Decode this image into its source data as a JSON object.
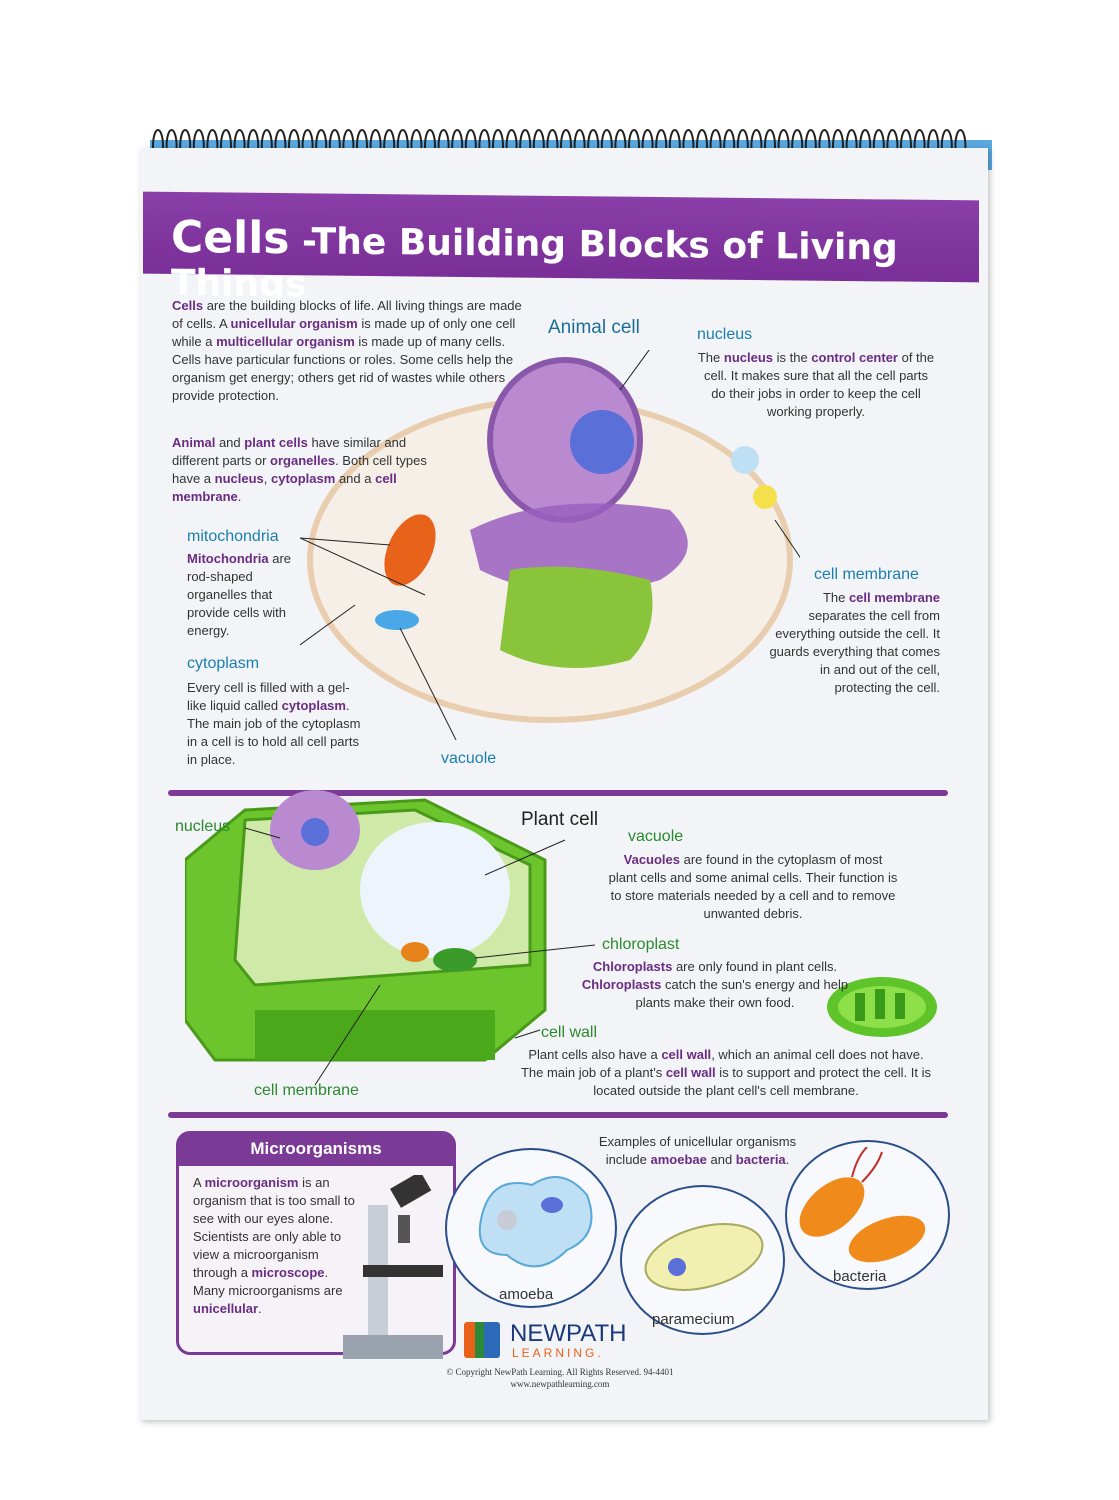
{
  "header": {
    "title_first": "Cells",
    "title_rest": " -The Building Blocks of Living Things"
  },
  "intro": {
    "p1": [
      {
        "t": "Cells",
        "b": 1
      },
      {
        "t": " are the building blocks of life.  All living things are made of cells.  A "
      },
      {
        "t": "unicellular organism",
        "b": 1
      },
      {
        "t": " is made up of only one cell while a "
      },
      {
        "t": "multicellular organism",
        "b": 1
      },
      {
        "t": " is made up of many cells.  Cells have particular functions or roles.  Some cells help the organism get energy; others get rid of wastes while others provide protection."
      }
    ],
    "p2": [
      {
        "t": "Animal",
        "b": 1
      },
      {
        "t": " and "
      },
      {
        "t": "plant cells",
        "b": 1
      },
      {
        "t": " have similar and different parts or "
      },
      {
        "t": "organelles",
        "b": 1
      },
      {
        "t": ".  Both cell types have a "
      },
      {
        "t": "nucleus",
        "b": 1
      },
      {
        "t": ", "
      },
      {
        "t": "cytoplasm",
        "b": 1
      },
      {
        "t": " and a "
      },
      {
        "t": "cell membrane",
        "b": 1
      },
      {
        "t": "."
      }
    ]
  },
  "animal": {
    "title": "Animal cell",
    "nucleus": {
      "label": "nucleus",
      "text": [
        {
          "t": "The "
        },
        {
          "t": "nucleus",
          "b": 1
        },
        {
          "t": " is the "
        },
        {
          "t": "control center",
          "b": 1
        },
        {
          "t": " of the cell.  It makes sure that all the cell parts do their jobs in order to keep the cell working properly."
        }
      ]
    },
    "mitochondria": {
      "label": "mitochondria",
      "text": [
        {
          "t": "Mitochondria",
          "b": 1
        },
        {
          "t": " are rod-shaped organelles that provide cells with energy."
        }
      ]
    },
    "cytoplasm": {
      "label": "cytoplasm",
      "text": [
        {
          "t": "Every cell is filled with a gel-like liquid called "
        },
        {
          "t": "cytoplasm",
          "b": 1
        },
        {
          "t": ".  The main job of the cytoplasm in a cell is to hold all cell parts in place."
        }
      ]
    },
    "membrane": {
      "label": "cell membrane",
      "text": [
        {
          "t": "The "
        },
        {
          "t": "cell membrane",
          "b": 1
        },
        {
          "t": " separates the cell from everything outside the cell.  It guards everything that comes in and out of the cell, protecting the cell."
        }
      ]
    },
    "vacuole": {
      "label": "vacuole"
    }
  },
  "plant": {
    "title": "Plant cell",
    "nucleus": {
      "label": "nucleus"
    },
    "vacuole": {
      "label": "vacuole",
      "text": [
        {
          "t": "Vacuoles",
          "b": 1
        },
        {
          "t": " are found in the cytoplasm of most plant cells and some animal cells.  Their function is to store materials needed by a cell and to remove unwanted debris."
        }
      ]
    },
    "chloroplast": {
      "label": "chloroplast",
      "text": [
        {
          "t": "Chloroplasts",
          "b": 1
        },
        {
          "t": " are only found in plant cells. "
        },
        {
          "t": "Chloroplasts",
          "b": 1
        },
        {
          "t": " catch the sun's energy and help plants make their own food."
        }
      ]
    },
    "cellwall": {
      "label": "cell wall",
      "text": [
        {
          "t": "Plant cells also have a "
        },
        {
          "t": "cell wall",
          "b": 1
        },
        {
          "t": ", which an animal cell does not have.  The main job of a plant's "
        },
        {
          "t": "cell wall",
          "b": 1
        },
        {
          "t": " is to support and protect the cell.  It is located outside the plant cell's cell membrane."
        }
      ]
    },
    "membrane": {
      "label": "cell membrane"
    }
  },
  "micro": {
    "title": "Microorganisms",
    "text": [
      {
        "t": "A "
      },
      {
        "t": "microorganism",
        "b": 1
      },
      {
        "t": " is an organism that is too small to see with our eyes alone. Scientists are only able to view a microorganism through a "
      },
      {
        "t": "microscope",
        "b": 1
      },
      {
        "t": ". Many microorganisms are "
      },
      {
        "t": "unicellular",
        "b": 1
      },
      {
        "t": "."
      }
    ],
    "examples": [
      {
        "t": "Examples of unicellular organisms include "
      },
      {
        "t": "amoebae",
        "b": 1
      },
      {
        "t": " and "
      },
      {
        "t": "bacteria",
        "b": 1
      },
      {
        "t": "."
      }
    ],
    "amoeba": "amoeba",
    "paramecium": "paramecium",
    "bacteria": "bacteria"
  },
  "footer": {
    "logo_top": "NEWPATH",
    "logo_bottom": "LEARNING.",
    "copyright": "© Copyright NewPath Learning. All Rights Reserved. 94-4401",
    "url": "www.newpathlearning.com"
  },
  "colors": {
    "purple": "#7a3a96",
    "blue": "#1a7fb0",
    "green": "#2b8a2e"
  }
}
